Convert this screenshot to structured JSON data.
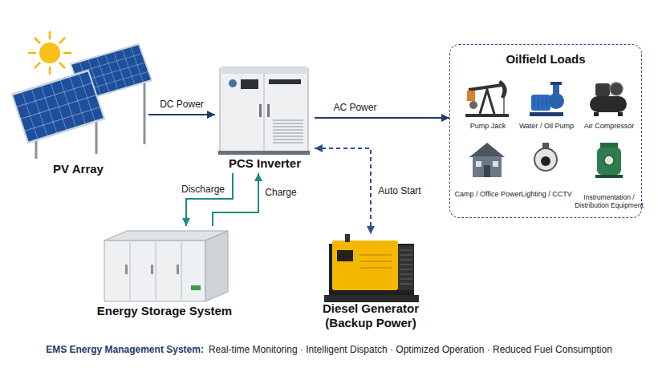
{
  "diagram": {
    "nodes": [
      {
        "text": [
          "PV Array"
        ]
      },
      {
        "text": [
          "PCS Inverter"
        ]
      },
      {
        "text": [
          "Oilfield Loads"
        ]
      },
      {
        "text": [
          "Pump Jack"
        ],
        "in": 2
      },
      {
        "text": [
          "Water / Oil Pump"
        ],
        "in": 2
      },
      {
        "text": [
          "Air Compressor"
        ],
        "in": 2
      },
      {
        "text": [
          "Camp / Office Power"
        ],
        "in": 2
      },
      {
        "text": [
          "Lighting / CCTV"
        ],
        "in": 2
      },
      {
        "text": [
          "Instrumentation / Distribution Equipment"
        ],
        "in": 2
      },
      {
        "text": [
          "Energy Storage System"
        ]
      },
      {
        "text": [
          "Diesel Generator (Backup Power)"
        ]
      }
    ],
    "edges": [
      {
        "from": 0,
        "to": 1,
        "label": "DC Power",
        "arrow": "to"
      },
      {
        "from": 1,
        "to": 2,
        "label": "AC Power",
        "arrow": "to"
      },
      {
        "from": 1,
        "to": 9,
        "label": "Discharge",
        "arrow": "to"
      },
      {
        "from": 9,
        "to": 1,
        "label": "Charge",
        "arrow": "to"
      },
      {
        "from": 1,
        "to": 10,
        "label": "Auto Start",
        "arrow": "both"
      }
    ],
    "labels": [
      "EMS Energy Management System:",
      "Real-time Monitoring · Intelligent Dispatch · Optimized Operation · Reduced Fuel Consumption"
    ]
  }
}
